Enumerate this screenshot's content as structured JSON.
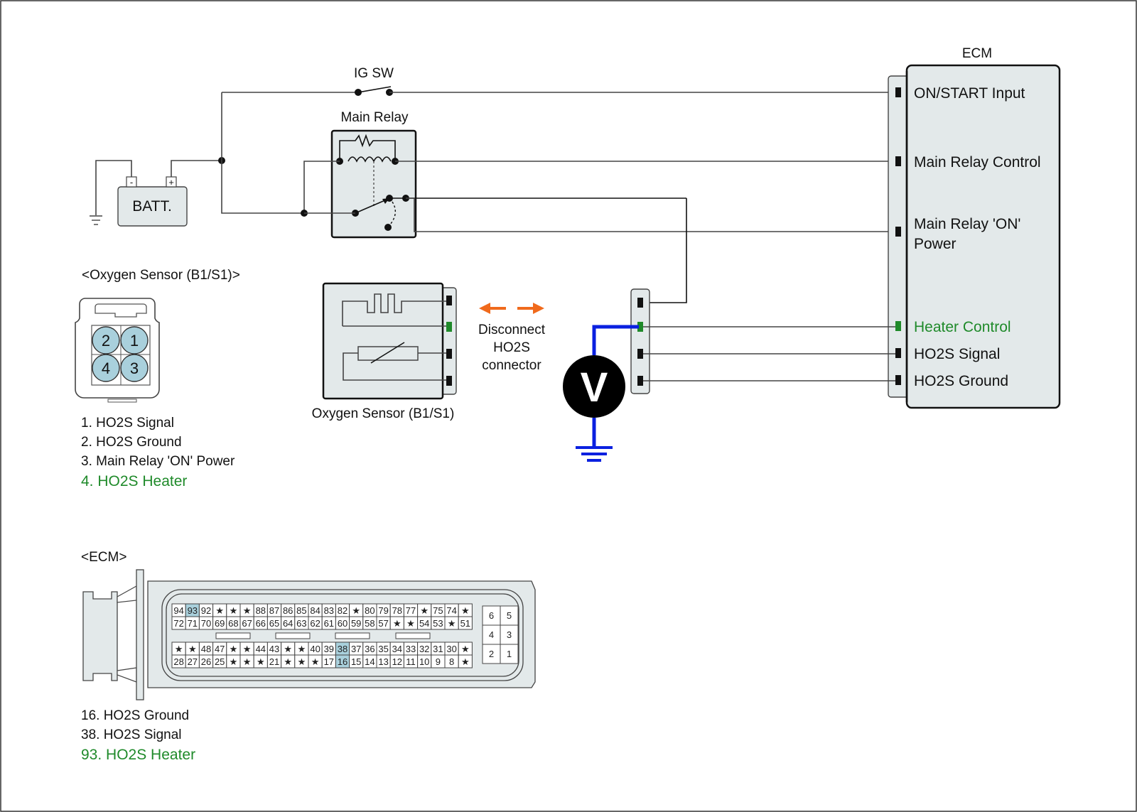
{
  "labels": {
    "ig_sw": "IG SW",
    "main_relay": "Main Relay",
    "battery": "BATT.",
    "battery_neg": "-",
    "battery_pos": "+",
    "ecm_title": "ECM",
    "oxygen_sensor_connector_title": "<Oxygen Sensor (B1/S1)>",
    "oxygen_sensor_component": "Oxygen Sensor (B1/S1)",
    "disconnect_line1": "Disconnect",
    "disconnect_line2": "HO2S",
    "disconnect_line3": "connector",
    "voltmeter": "V",
    "ecm_connector_title": "<ECM>"
  },
  "ecm_terminals": [
    {
      "label": "ON/START Input",
      "highlight": false
    },
    {
      "label": "Main Relay Control",
      "highlight": false
    },
    {
      "label_line1": "Main Relay 'ON'",
      "label_line2": "Power",
      "highlight": false
    },
    {
      "label": "Heater Control",
      "highlight": true
    },
    {
      "label": "HO2S  Signal",
      "highlight": false
    },
    {
      "label": "HO2S  Ground",
      "highlight": false
    }
  ],
  "oxygen_sensor_pins": [
    "2",
    "1",
    "4",
    "3"
  ],
  "oxygen_sensor_legend": [
    {
      "text": "1. HO2S Signal",
      "highlight": false
    },
    {
      "text": "2. HO2S Ground",
      "highlight": false
    },
    {
      "text": "3. Main Relay 'ON' Power",
      "highlight": false
    },
    {
      "text": "4. HO2S Heater",
      "highlight": true
    }
  ],
  "ecm_connector": {
    "rows": [
      [
        "94",
        "93",
        "92",
        "★",
        "★",
        "★",
        "88",
        "87",
        "86",
        "85",
        "84",
        "83",
        "82",
        "★",
        "80",
        "79",
        "78",
        "77",
        "★",
        "75",
        "74",
        "★"
      ],
      [
        "72",
        "71",
        "70",
        "69",
        "68",
        "67",
        "66",
        "65",
        "64",
        "63",
        "62",
        "61",
        "60",
        "59",
        "58",
        "57",
        "★",
        "★",
        "54",
        "53",
        "★",
        "51"
      ],
      [
        "★",
        "★",
        "48",
        "47",
        "★",
        "★",
        "44",
        "43",
        "★",
        "★",
        "40",
        "39",
        "38",
        "37",
        "36",
        "35",
        "34",
        "33",
        "32",
        "31",
        "30",
        "★"
      ],
      [
        "28",
        "27",
        "26",
        "25",
        "★",
        "★",
        "★",
        "21",
        "★",
        "★",
        "★",
        "17",
        "16",
        "15",
        "14",
        "13",
        "12",
        "11",
        "10",
        "9",
        "8",
        "★"
      ]
    ],
    "highlighted_pins": [
      "93",
      "38",
      "16"
    ],
    "aux_block": [
      [
        "6",
        "5"
      ],
      [
        "4",
        "3"
      ],
      [
        "2",
        "1"
      ]
    ]
  },
  "ecm_legend": [
    {
      "text": "16. HO2S Ground",
      "highlight": false
    },
    {
      "text": "38. HO2S Signal",
      "highlight": false
    },
    {
      "text": "93. HO2S Heater",
      "highlight": true
    }
  ],
  "colors": {
    "highlight_text": "#1f8a2a",
    "highlight_terminal": "#1f8a2a",
    "probe_wire": "#0a20e0",
    "disconnect_arrow": "#f06a1c",
    "pin_highlight": "#a9d0dc",
    "component_fill": "#e3e9ea"
  }
}
